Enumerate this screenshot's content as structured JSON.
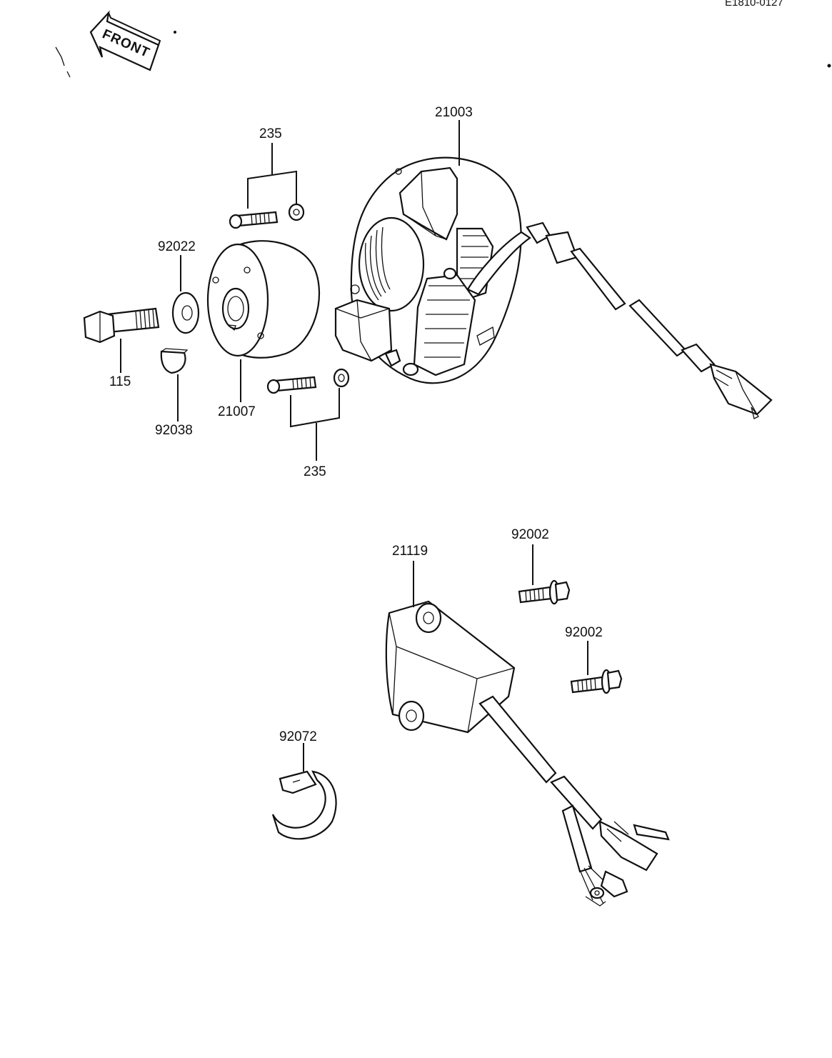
{
  "diagram": {
    "reference_code": "E1810-0127",
    "front_arrow_label": "FRONT",
    "parts": {
      "stator": "21003",
      "screw_set_top": "235",
      "screw_set_bottom": "235",
      "washer": "92022",
      "bolt": "115",
      "woodruff_key": "92038",
      "flywheel": "21007",
      "cdi_unit": "21119",
      "bolt_upper": "92002",
      "bolt_lower": "92002",
      "clamp": "92072"
    }
  }
}
